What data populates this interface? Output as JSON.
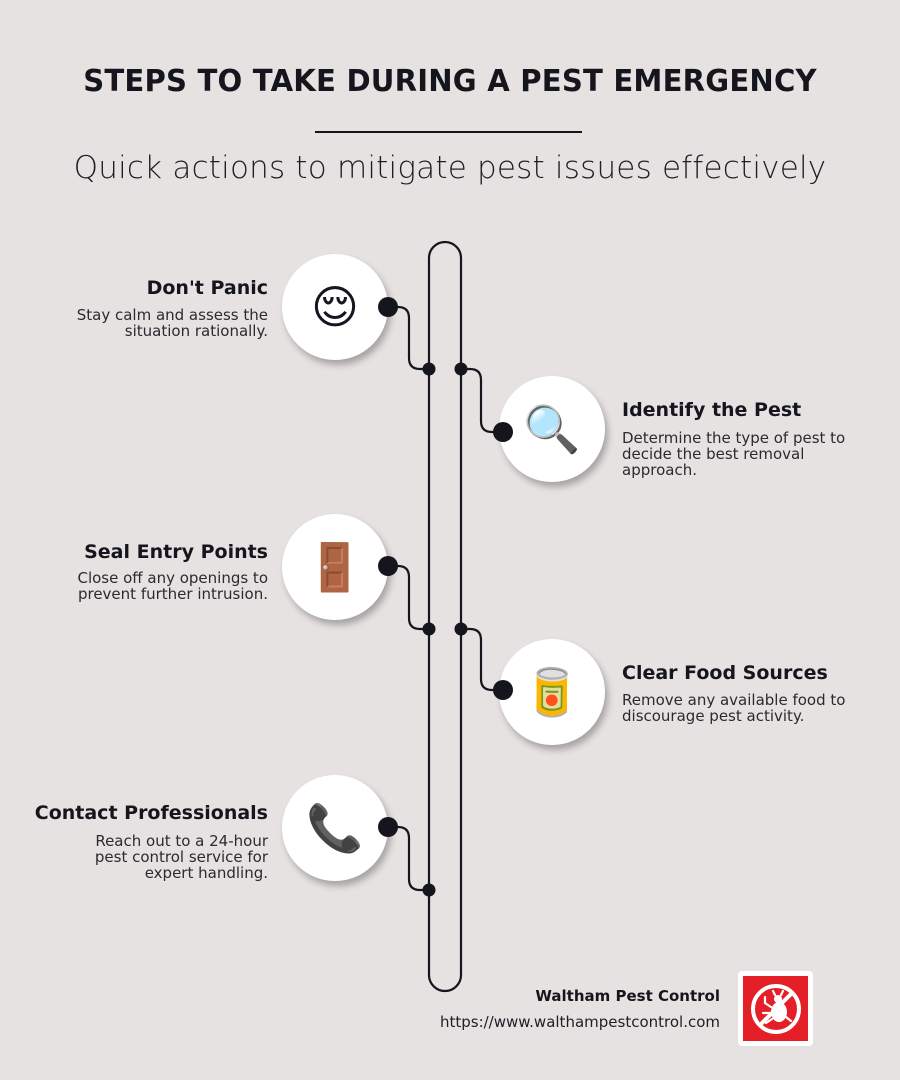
{
  "header": {
    "title": "STEPS TO TAKE DURING A PEST EMERGENCY",
    "subtitle": "Quick actions to mitigate pest issues effectively"
  },
  "steps": [
    {
      "title": "Don't Panic",
      "description": "Stay calm and assess the situation rationally.",
      "icon": "relieved-face-icon",
      "emoji": "😌",
      "side": "left"
    },
    {
      "title": "Identify the Pest",
      "description": "Determine the type of pest to decide the best removal approach.",
      "icon": "magnifying-glass-icon",
      "emoji": "🔍",
      "side": "right"
    },
    {
      "title": "Seal Entry Points",
      "description": "Close off any openings to prevent further intrusion.",
      "icon": "door-icon",
      "emoji": "🚪",
      "side": "left"
    },
    {
      "title": "Clear Food Sources",
      "description": "Remove any available food to discourage pest activity.",
      "icon": "canned-food-icon",
      "emoji": "🥫",
      "side": "right"
    },
    {
      "title": "Contact Professionals",
      "description": "Reach out to a 24-hour pest control service for expert handling.",
      "icon": "telephone-receiver-icon",
      "emoji": "📞",
      "side": "left"
    }
  ],
  "footer": {
    "brand_name": "Waltham Pest Control",
    "url": "https://www.walthampestcontrol.com",
    "logo_icon": "no-bugs-icon"
  },
  "colors": {
    "background": "#e6e2e1",
    "ink": "#15151d",
    "logo_red": "#e51f28"
  }
}
